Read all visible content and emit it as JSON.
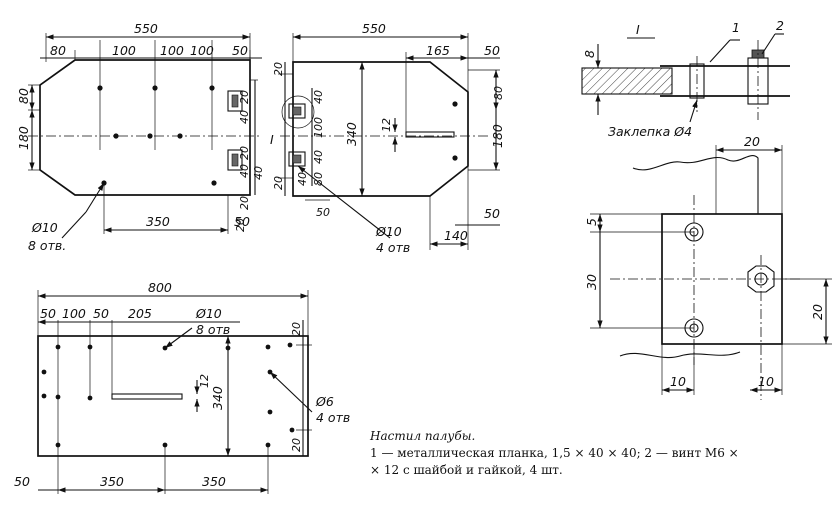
{
  "plan_left": {
    "dims_top": [
      "550",
      "80",
      "100",
      "100",
      "100",
      "50"
    ],
    "dims_left": [
      "80",
      "180"
    ],
    "dims_right": [
      "20",
      "40",
      "20",
      "40",
      "40",
      "20"
    ],
    "dims_bottom": [
      "350",
      "20",
      "50"
    ],
    "hole_note": "Ø10",
    "hole_note_count": "8 отв."
  },
  "plan_middle": {
    "dims_top": [
      "550",
      "165",
      "50"
    ],
    "dims_left": [
      "20",
      "20",
      "40",
      "100",
      "40",
      "80",
      "40",
      "50"
    ],
    "section_mark": "I",
    "dims_inner": [
      "340",
      "12"
    ],
    "dims_right": [
      "80",
      "180",
      "50",
      "140"
    ],
    "hole_note": "Ø10",
    "hole_note_count": "4 отв"
  },
  "plan_bottom": {
    "dims_top": [
      "800",
      "50",
      "100",
      "50",
      "205"
    ],
    "hole_note_1": "Ø10",
    "hole_note_1_count": "8 отв",
    "dims_inner": [
      "12",
      "340"
    ],
    "dims_right": [
      "20",
      "20"
    ],
    "hole_note_2": "Ø6",
    "hole_note_2_count": "4 отв",
    "dims_bottom": [
      "50",
      "350",
      "350"
    ]
  },
  "detail_section": {
    "title": "I",
    "callouts": [
      "1",
      "2"
    ],
    "thickness": "8",
    "rivet_label": "Заклепка Ø4"
  },
  "detail_plan": {
    "dims": [
      "20",
      "5",
      "30",
      "20",
      "10",
      "10"
    ]
  },
  "caption": {
    "title": "Настил палубы.",
    "line1": "1 — металлическая планка, 1,5 × 40 × 40; 2 — винт М6 ×",
    "line2": "× 12 с шайбой и гайкой, 4 шт."
  }
}
